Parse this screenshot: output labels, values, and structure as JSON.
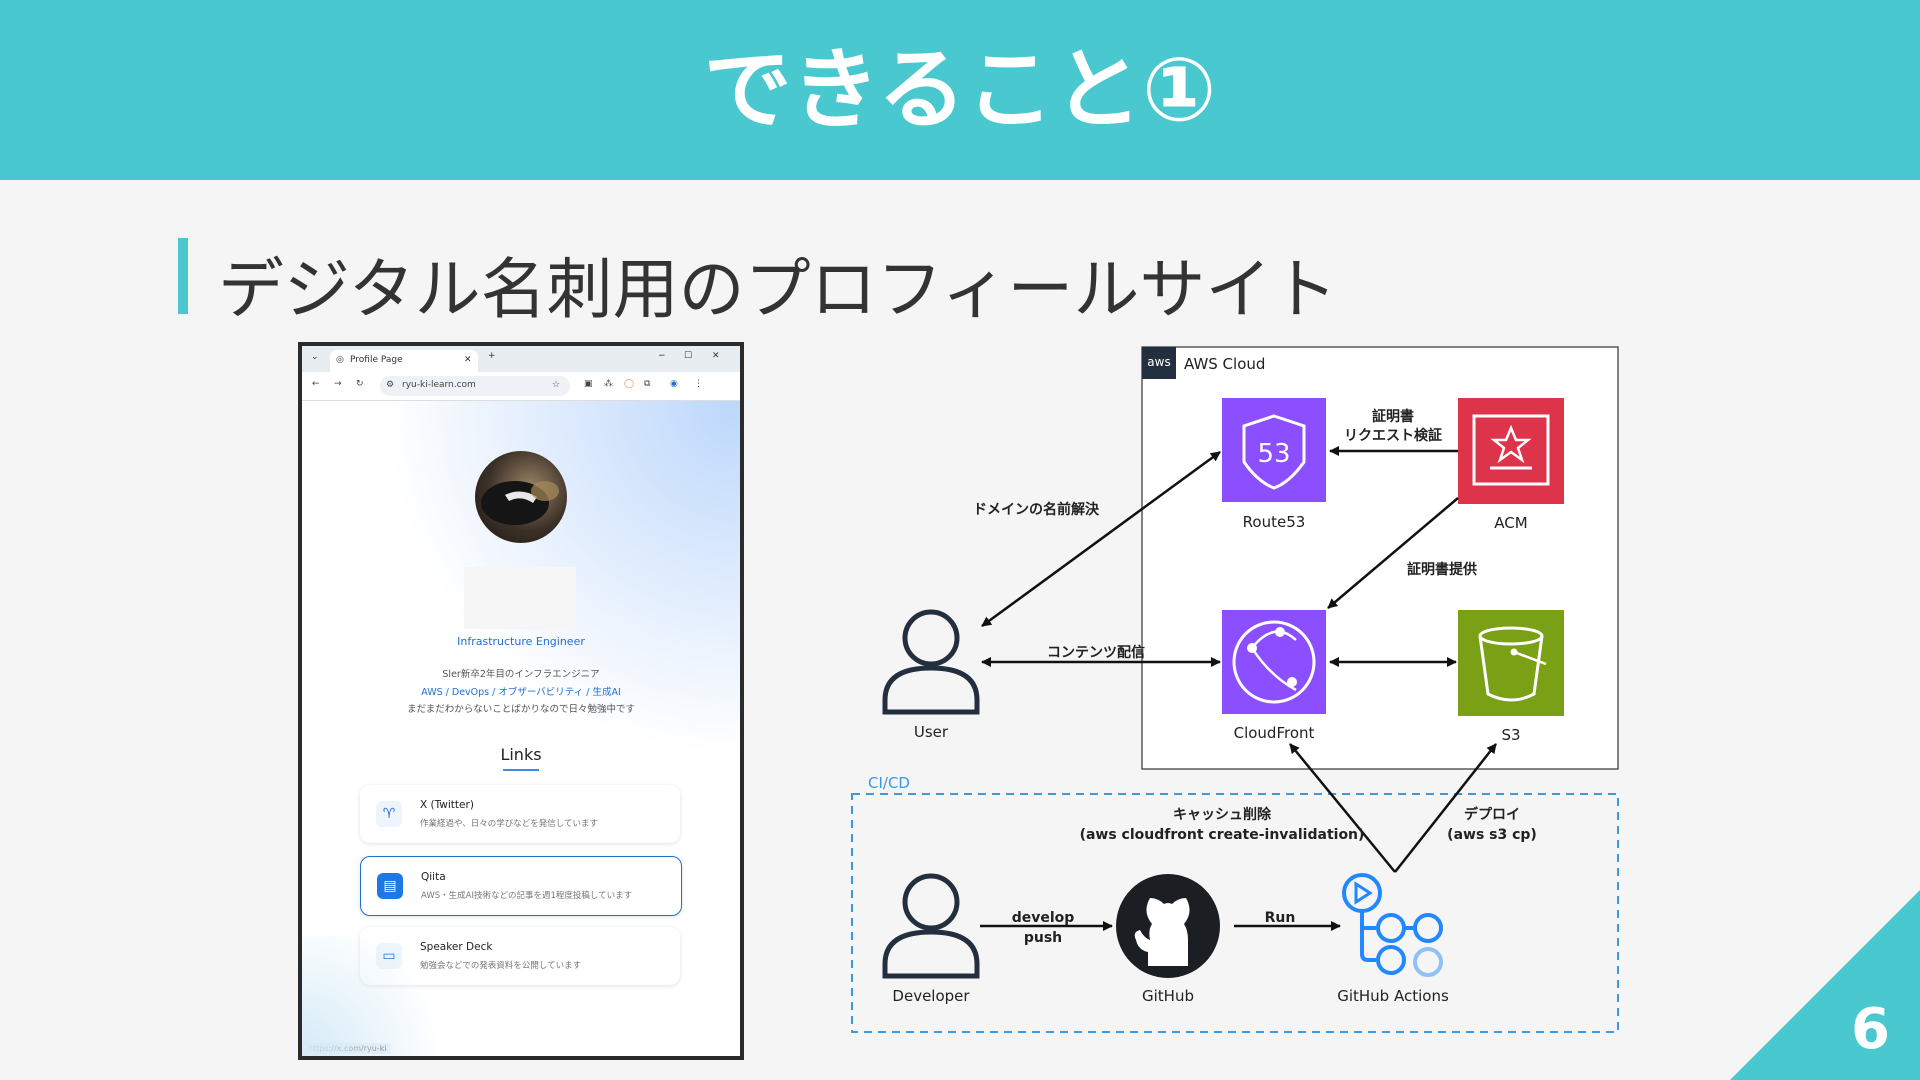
{
  "slide": {
    "title": "できること①",
    "subtitle": "デジタル名刺用のプロフィールサイト",
    "page_number": "6"
  },
  "browser": {
    "tab_title": "Profile Page",
    "url": "ryu-ki-learn.com",
    "profile": {
      "role": "Infrastructure Engineer",
      "bio_line1": "Sler新卒2年目のインフラエンジニア",
      "bio_line2": "AWS / DevOps / オブザーバビリティ / 生成AI",
      "bio_line3": "まだまだわからないことばかりなので日々勉強中です"
    },
    "links_title": "Links",
    "links": [
      {
        "title": "X (Twitter)",
        "desc": "作業経過や、日々の学びなどを発信しています",
        "icon": "bird-icon"
      },
      {
        "title": "Qiita",
        "desc": "AWS・生成AI技術などの記事を週1程度投稿しています",
        "icon": "document-icon"
      },
      {
        "title": "Speaker Deck",
        "desc": "勉強会などでの発表資料を公開しています",
        "icon": "monitor-icon"
      }
    ],
    "status_url": "https://x.com/ryu-ki"
  },
  "diagram": {
    "aws_cloud_label": "AWS Cloud",
    "aws_logo": "aws",
    "route53_label": "Route53",
    "route53_badge": "53",
    "acm_label": "ACM",
    "cloudfront_label": "CloudFront",
    "s3_label": "S3",
    "user_label": "User",
    "cert_request_line1": "証明書",
    "cert_request_line2": "リクエスト検証",
    "cert_provide": "証明書提供",
    "dns_resolve": "ドメインの名前解決",
    "content_delivery": "コンテンツ配信",
    "cicd_label": "CI/CD",
    "cache_line1": "キャッシュ削除",
    "cache_line2": "(aws cloudfront create-invalidation)",
    "deploy_line1": "デプロイ",
    "deploy_line2": "(aws s3 cp)",
    "developer_label": "Developer",
    "github_label": "GitHub",
    "actions_label": "GitHub Actions",
    "develop_line1": "develop",
    "develop_line2": "push",
    "run_label": "Run",
    "colors": {
      "route53": "#8c4fff",
      "acm": "#dd344c",
      "cloudfront": "#8c4fff",
      "s3": "#7aa116",
      "cicd_border": "#3a9ae0",
      "accent": "#4ac8d0"
    }
  }
}
